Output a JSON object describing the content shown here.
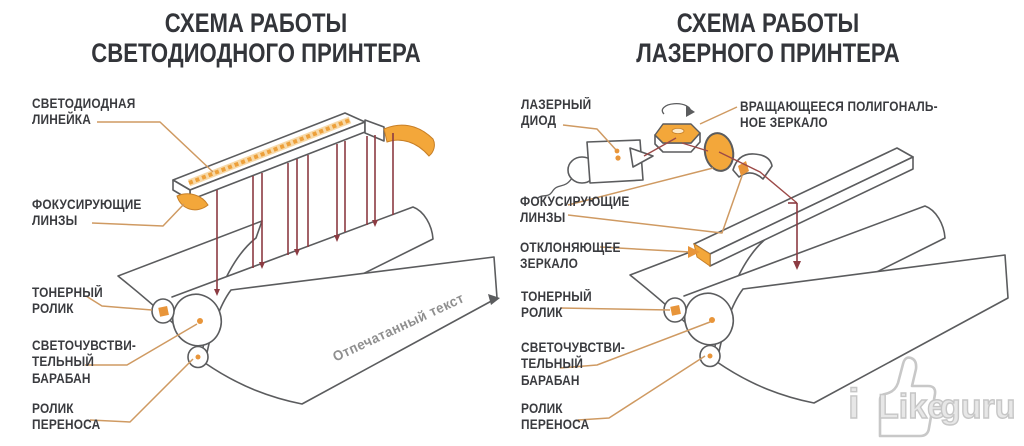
{
  "left_panel": {
    "title": "СХЕМА РАБОТЫ\nСВЕТОДИОДНОГО ПРИНТЕРА",
    "labels": {
      "led_bar": "СВЕТОДИОДНАЯ\nЛИНЕЙКА",
      "focus_lens": "ФОКУСИРУЮЩИЕ\nЛИНЗЫ",
      "toner_roller": "ТОНЕРНЫЙ\nРОЛИК",
      "photo_drum": "СВЕТОЧУВСТВИ-\nТЕЛЬНЫЙ\nБАРАБАН",
      "transfer_roller": "РОЛИК\nПЕРЕНОСА"
    },
    "paper_text": "Отпечатанный текст"
  },
  "right_panel": {
    "title": "СХЕМА РАБОТЫ\nЛАЗЕРНОГО ПРИНТЕРА",
    "labels": {
      "laser_diode": "ЛАЗЕРНЫЙ\nДИОД",
      "polygon_mirror": "ВРАЩАЮЩЕЕСЯ ПОЛИГОНАЛЬ-\nНОЕ ЗЕРКАЛО",
      "focus_lens": "ФОКУСИРУЮЩИЕ\nЛИНЗЫ",
      "deflect_mirror": "ОТКЛОНЯЮЩЕЕ\nЗЕРКАЛО",
      "toner_roller": "ТОНЕРНЫЙ\nРОЛИК",
      "photo_drum": "СВЕТОЧУВСТВИ-\nТЕЛЬНЫЙ\nБАРАБАН",
      "transfer_roller": "РОЛИК\nПЕРЕНОСА"
    }
  },
  "watermark": {
    "prefix": "i",
    "word": "Like",
    "suffix": "guru"
  },
  "colors": {
    "accent_orange": "#f3a73a",
    "leader_tan": "#cf9a62",
    "beam_red": "#8c3b42",
    "outline_gray": "#5b5c5e",
    "text_dark": "#3a3b3f",
    "watermark_gray": "#c8c8c8"
  }
}
